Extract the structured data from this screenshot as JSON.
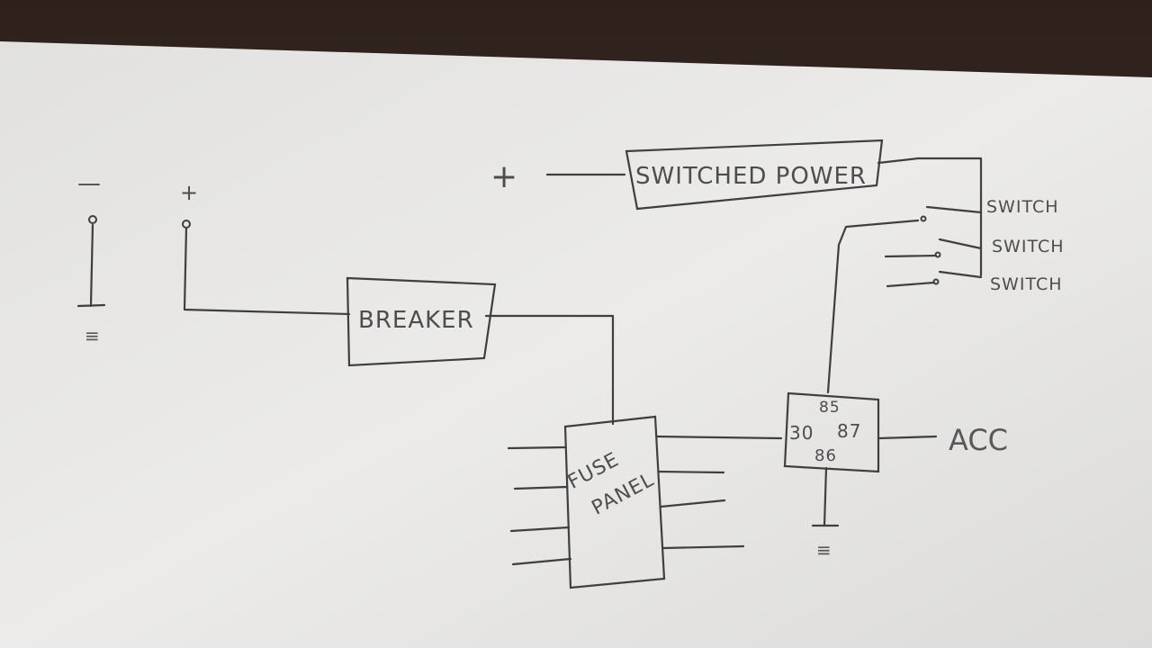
{
  "diagram": {
    "battery": {
      "negative_label": "—",
      "positive_label": "+",
      "ground_symbol": "≡"
    },
    "breaker": {
      "label": "BREAKER"
    },
    "switched_power": {
      "label": "SWITCHED POWER",
      "source_label": "+"
    },
    "switches": [
      {
        "label": "SWITCH"
      },
      {
        "label": "SWITCH"
      },
      {
        "label": "SWITCH"
      }
    ],
    "fuse_panel": {
      "line1": "FUSE",
      "line2": "PANEL"
    },
    "relay": {
      "pin_85": "85",
      "pin_30": "30",
      "pin_87": "87",
      "pin_86": "86",
      "ground_symbol": "≡"
    },
    "acc_label": "ACC"
  },
  "colors": {
    "paper": "#e9e8e6",
    "ink": "#3f3f42",
    "background": "#3a2a24"
  }
}
